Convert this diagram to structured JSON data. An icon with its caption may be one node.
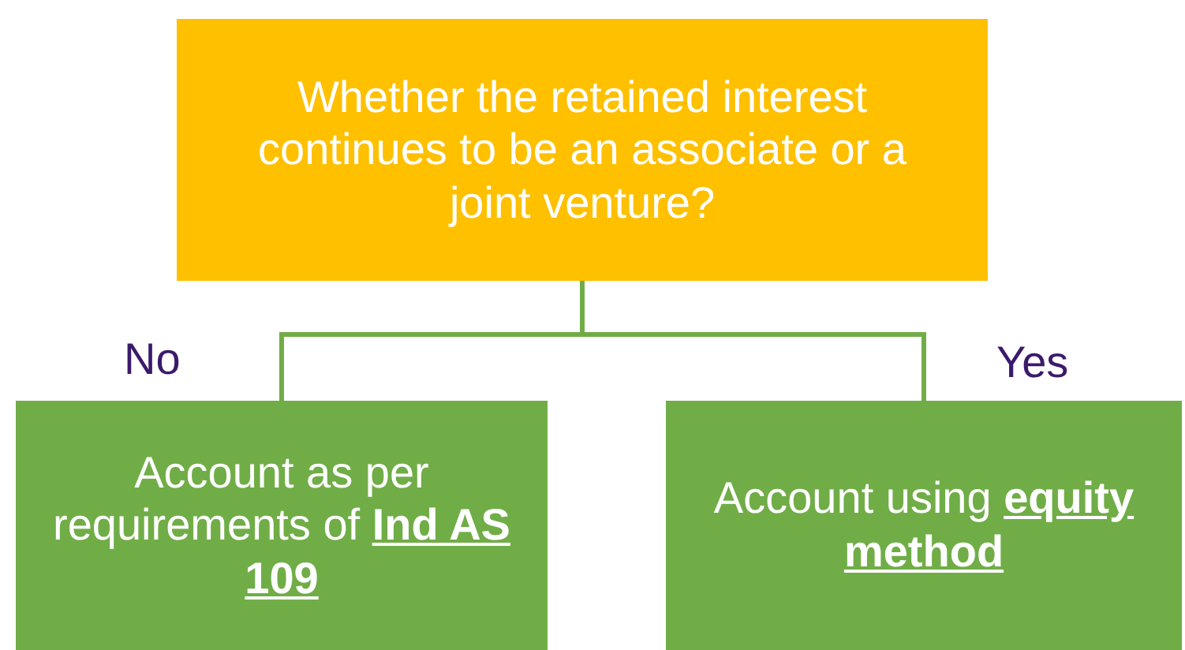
{
  "diagram": {
    "nodes": [
      {
        "text": [
          "Whether the retained interest continues to be an associate or a joint venture?"
        ]
      },
      {
        "text": [
          "Account as per requirements of **Ind AS 109**"
        ]
      },
      {
        "text": [
          "Account using **equity method**"
        ]
      }
    ],
    "edges": [
      {
        "from": 0,
        "to": 1,
        "arrow": "none",
        "label": "No"
      },
      {
        "from": 0,
        "to": 2,
        "arrow": "none",
        "label": "Yes"
      }
    ]
  }
}
